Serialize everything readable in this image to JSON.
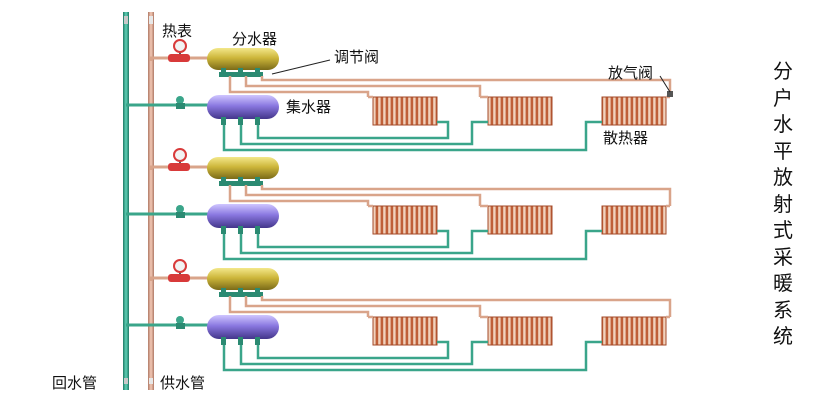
{
  "labels": {
    "heat_meter": "热表",
    "distributor": "分水器",
    "regulating_valve": "调节阀",
    "collector": "集水器",
    "air_vent": "放气阀",
    "radiator": "散热器",
    "return_pipe": "回水管",
    "supply_pipe": "供水管"
  },
  "title_chars": [
    "分",
    "户",
    "水",
    "平",
    "放",
    "射",
    "式",
    "采",
    "暖",
    "系",
    "统"
  ],
  "colors": {
    "supply_pipe": "#d9a48a",
    "return_pipe": "#3aa58a",
    "distributor_body": "#c8b23a",
    "collector_body": "#8a7ad8",
    "radiator": "#c0603a",
    "meter": "#d83a3a"
  }
}
